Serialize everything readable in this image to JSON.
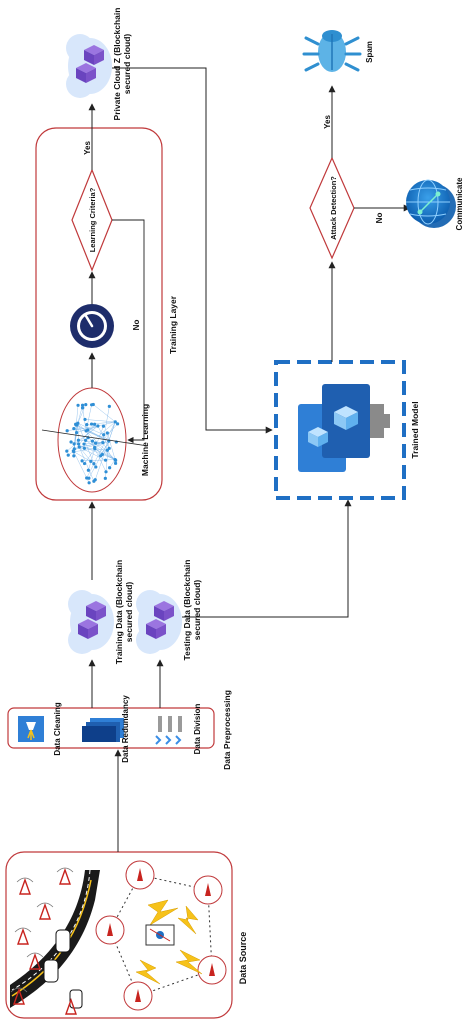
{
  "labels": {
    "data_source": "Data Source",
    "data_preprocessing": "Data Preprocessing",
    "data_cleaning": "Data Cleaning",
    "data_redundancy": "Data Redundancy",
    "data_division": "Data Division",
    "training_data_1": "Training Data (Blockchain",
    "training_data_2": "secured cloud)",
    "testing_data_1": "Testing Data (Blockchain",
    "testing_data_2": "secured cloud)",
    "training_layer": "Training Layer",
    "machine_learning": "Machine Learning",
    "learning_criteria": "Learning Criteria?",
    "no_learning": "No",
    "yes_learning": "Yes",
    "private_cloud_1": "Private Cloud Z (Blockchain",
    "private_cloud_2": "secured cloud)",
    "trained_model": "Trained Model",
    "attack_detection": "Attack Detection?",
    "yes_attack": "Yes",
    "no_attack": "No",
    "spam": "Spam",
    "communicate": "Communicate"
  },
  "colors": {
    "box_border": "#c0393b",
    "dashed_border": "#1f6fc4",
    "cloud_fill": "#d8e7fb",
    "cube_purple": "#7b52c9",
    "azure_blue": "#2f7fd6",
    "gauge_navy": "#1e2d6b",
    "lightning": "#f6c21a",
    "tower_red": "#c8241f",
    "road": "#1a1a1a"
  }
}
